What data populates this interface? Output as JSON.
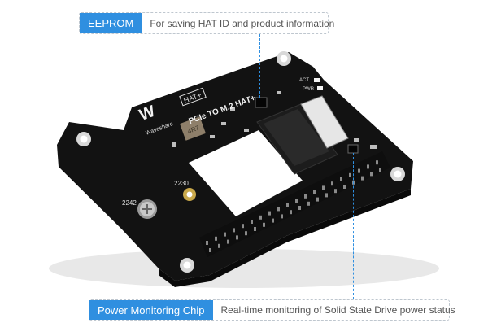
{
  "callouts": {
    "eeprom": {
      "tag": "EEPROM",
      "description": "For saving HAT ID and product information"
    },
    "power_chip": {
      "tag": "Power Monitoring Chip",
      "description": "Real-time monitoring of Solid State Drive power status"
    }
  },
  "board": {
    "brand_text": "Waveshare",
    "model_text": "PCIe TO M.2 HAT+",
    "hat_badge": "HAT+",
    "size_label_left": "2230",
    "size_label_right": "2242",
    "led_act": "ACT",
    "led_pwr": "PWR",
    "inductor_text": "4R7"
  },
  "colors": {
    "accent": "#2f8fe0",
    "pcb": "#121212",
    "gold": "#c9a84a"
  }
}
